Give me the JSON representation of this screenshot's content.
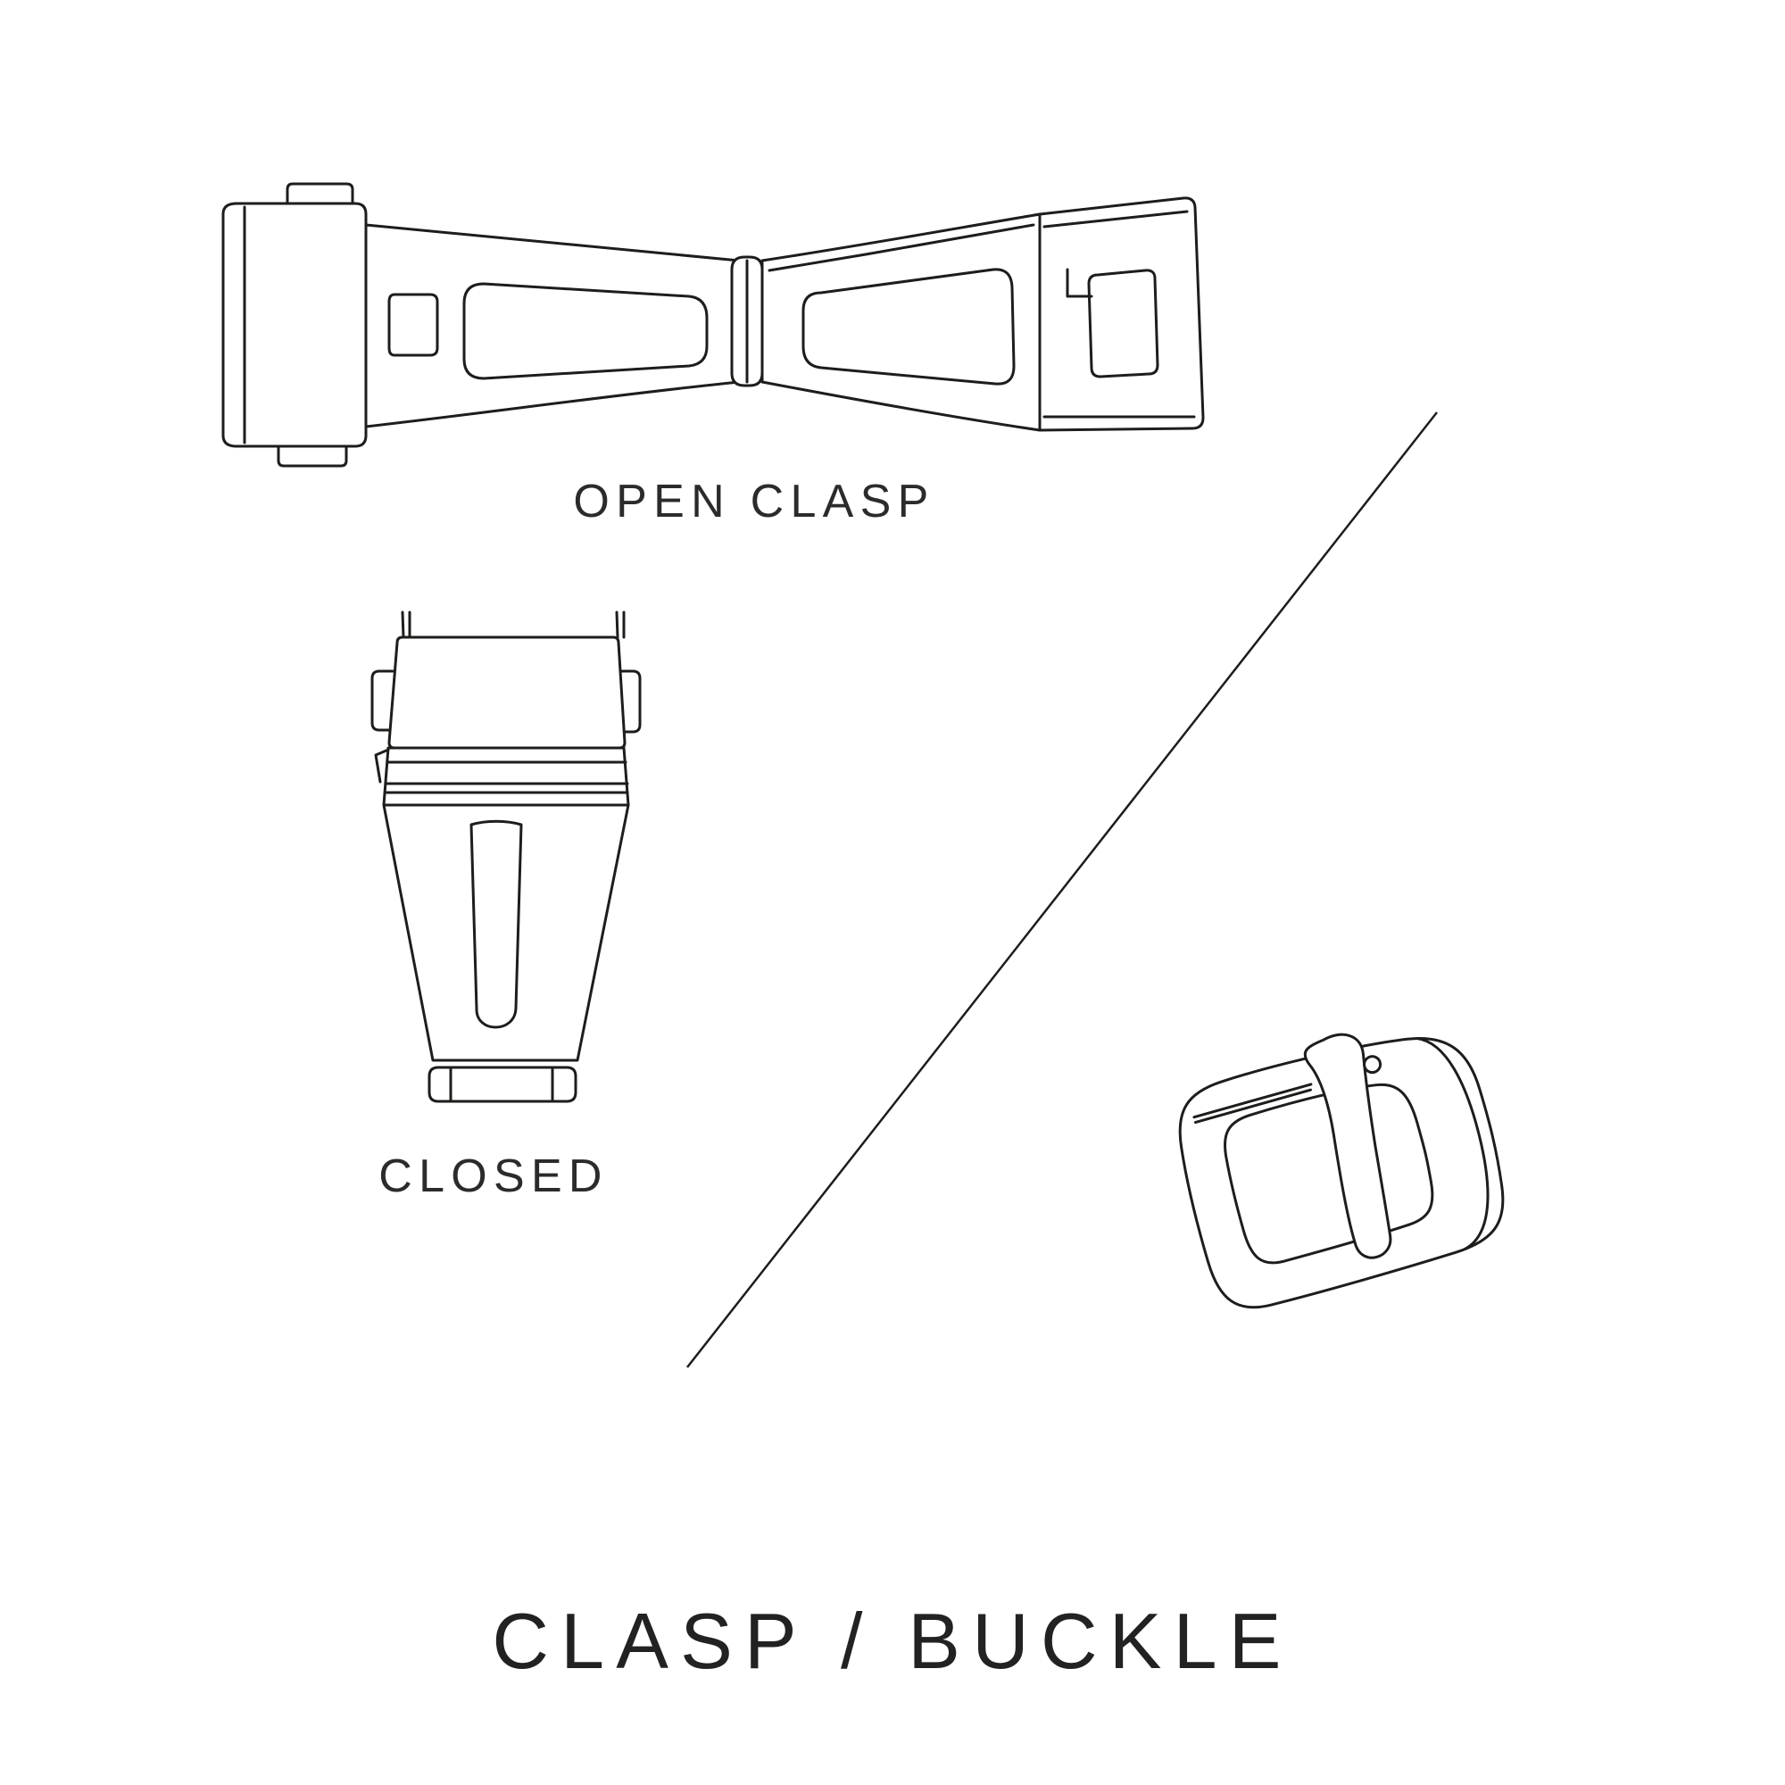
{
  "page": {
    "background_color": "#ffffff",
    "line_color": "#1d1d1b",
    "text_color": "#2b2b2b"
  },
  "labels": {
    "open_clasp": "OPEN CLASP",
    "closed": "CLOSED",
    "title": "CLASP / BUCKLE"
  },
  "illustrations": [
    {
      "name": "open-clasp-illustration"
    },
    {
      "name": "closed-clasp-illustration"
    },
    {
      "name": "tang-buckle-illustration"
    },
    {
      "name": "diagonal-divider-line"
    }
  ]
}
